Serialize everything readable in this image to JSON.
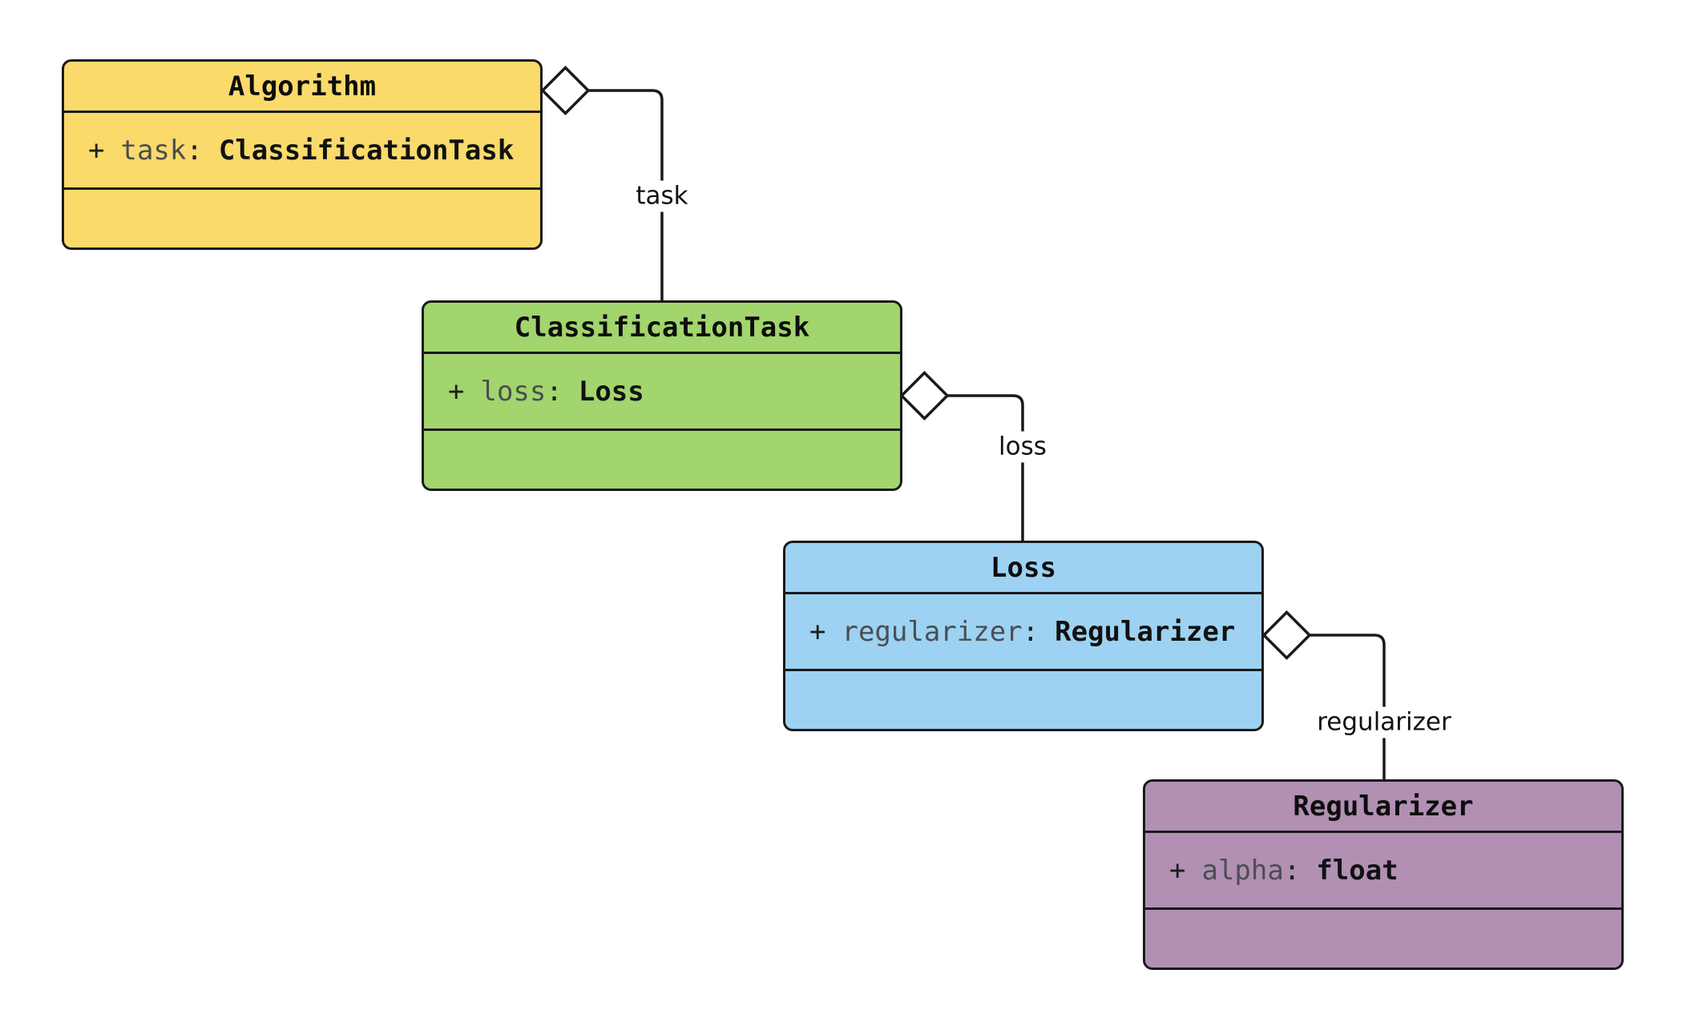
{
  "colors": {
    "background": "#ffffff",
    "line": "#1a1a1a",
    "class_name_text": "#0d0d0d",
    "attribute_name_text": "#4a4e52",
    "attribute_punct_text": "#1c1e20",
    "attribute_type_text": "#111111",
    "edge_label_text": "#111111",
    "diamond_fill": "#ffffff"
  },
  "classes": [
    {
      "name": "Algorithm",
      "fill": "#FADA6B",
      "attributes": [
        {
          "visibility": "+",
          "name": "task",
          "separator": ":",
          "type": "ClassificationTask",
          "text": "+ task: ClassificationTask"
        }
      ],
      "operations": []
    },
    {
      "name": "ClassificationTask",
      "fill": "#A2D56D",
      "attributes": [
        {
          "visibility": "+",
          "name": "loss",
          "separator": ":",
          "type": "Loss",
          "text": "+ loss: Loss"
        }
      ],
      "operations": []
    },
    {
      "name": "Loss",
      "fill": "#9DD2F2",
      "attributes": [
        {
          "visibility": "+",
          "name": "regularizer",
          "separator": ":",
          "type": "Regularizer",
          "text": "+ regularizer: Regularizer"
        }
      ],
      "operations": []
    },
    {
      "name": "Regularizer",
      "fill": "#B190B3",
      "attributes": [
        {
          "visibility": "+",
          "name": "alpha",
          "separator": ":",
          "type": "float",
          "text": "+ alpha: float"
        }
      ],
      "operations": []
    }
  ],
  "relations": [
    {
      "from": "Algorithm",
      "to": "ClassificationTask",
      "label": "task",
      "kind": "aggregation"
    },
    {
      "from": "ClassificationTask",
      "to": "Loss",
      "label": "loss",
      "kind": "aggregation"
    },
    {
      "from": "Loss",
      "to": "Regularizer",
      "label": "regularizer",
      "kind": "aggregation"
    }
  ]
}
